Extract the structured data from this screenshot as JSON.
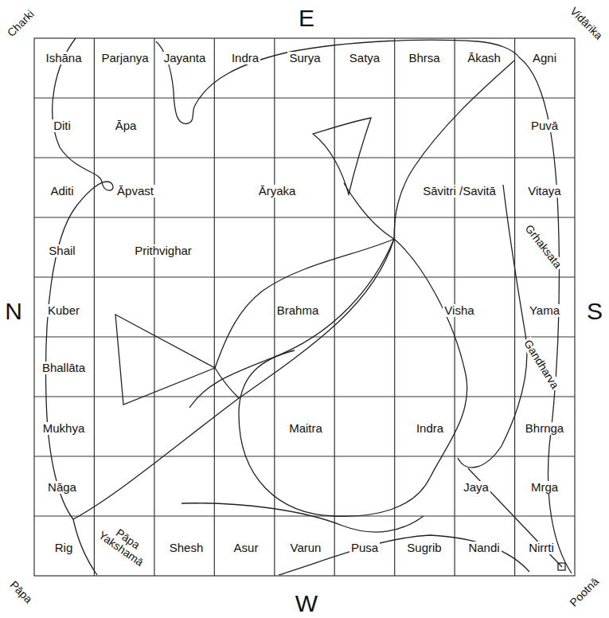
{
  "diagram": {
    "labels": [
      "E",
      "Charki",
      "Vidārika",
      "Ishāna",
      "Parjanya",
      "Jayanta",
      "Indra",
      "Surya",
      "Satya",
      "Bhrsa",
      "Ākash",
      "Agni",
      "Diti",
      "Āpa",
      "Puvā",
      "Aditi",
      "Āpvast",
      "Āryaka",
      "Sāvitri /Savitā",
      "Vitaya",
      "Shail",
      "Prithvighar",
      "Grhaksata",
      "N",
      "Kuber",
      "Brahma",
      "Visha",
      "Yama",
      "S",
      "Bhallāta",
      "Gandharva",
      "Mukhya",
      "Maitra",
      "Indra",
      "Bhrnga",
      "Nāga",
      "Jaya",
      "Mrga",
      "Rig",
      "Pāpa Yakshamā",
      "Shesh",
      "Asur",
      "Varun",
      "Pusa",
      "Sugrib",
      "Nandi",
      "Nirrti",
      "Pāpa",
      "W",
      "Pootnā"
    ]
  }
}
